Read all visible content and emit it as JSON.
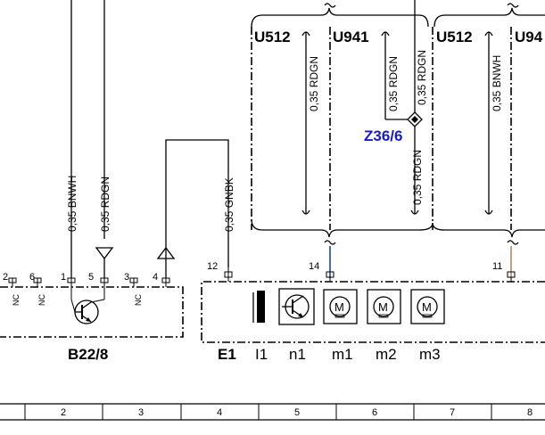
{
  "modules": {
    "b22": {
      "label": "B22/8"
    },
    "e1": {
      "label": "E1",
      "components": [
        {
          "label": "I1"
        },
        {
          "label": "n1"
        },
        {
          "label": "m1"
        },
        {
          "label": "m2"
        },
        {
          "label": "m3"
        }
      ]
    }
  },
  "pins": {
    "p2": "2",
    "p6": "6",
    "p1": "1",
    "p5": "5",
    "p3": "3",
    "p4": "4",
    "p12": "12",
    "p14": "14",
    "p11": "11"
  },
  "nc_label": "NC",
  "wires": {
    "w_bnwh": "0,35 BNWH",
    "w_rdgn_left": "0,35 RDGN",
    "w_gnbk": "0,35 GNBK",
    "w_u512_rdgn": "0,35 RDGN",
    "w_u941_rdgn": "0,35 RDGN",
    "w_rdgn_top": "0,35 RDGN",
    "w_rdgn_bottom": "0,35 RDGN",
    "w_u512_bnwh": "0,35 BNWH"
  },
  "connectors": {
    "u512_a": "U512",
    "u941_a": "U941",
    "u512_b": "U512",
    "u94_b": "U94"
  },
  "splice": {
    "label": "Z36/6",
    "color": "#1a1acc"
  },
  "wire_colors": {
    "blue": "#2a5bd7",
    "tan": "#b89a72"
  },
  "grid": {
    "labels": [
      "2",
      "3",
      "4",
      "5",
      "6",
      "7",
      "8"
    ]
  }
}
